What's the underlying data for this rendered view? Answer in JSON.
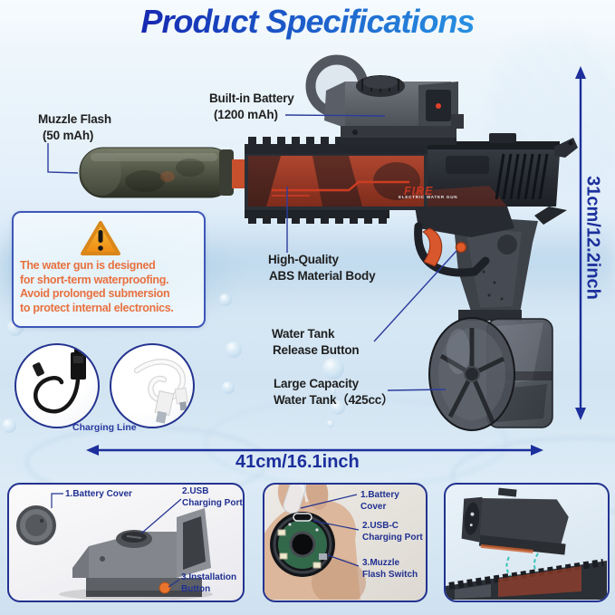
{
  "title": "Product Specifications",
  "callouts": {
    "muzzle_flash": {
      "line1": "Muzzle Flash",
      "line2": "(50 mAh)"
    },
    "battery": {
      "line1": "Built-in Battery",
      "line2": "(1200 mAh)"
    },
    "abs_body": {
      "line1": "High-Quality",
      "line2": "ABS Material Body"
    },
    "tank_release": {
      "line1": "Water Tank",
      "line2": "Release Button"
    },
    "water_tank": {
      "line1": "Large Capacity",
      "line2": "Water Tank（425cc）"
    }
  },
  "warning_box": {
    "lines": [
      "The water gun is designed",
      "for short-term waterproofing.",
      "Avoid prolonged submersion",
      "to protect internal electronics."
    ]
  },
  "charging": {
    "caption": "Charging Line"
  },
  "dimensions": {
    "length": "41cm/16.1inch",
    "height": "31cm/12.2inch"
  },
  "gun_markings": {
    "brand": "FIRE",
    "sub": "ELECTRIC WATER GUN"
  },
  "detail_panels": {
    "sight_panel": {
      "label1": "1.Battery Cover",
      "label2": "2.USB Charging Port",
      "label3": "3.Installation Button"
    },
    "muzzle_panel": {
      "label1": "1.Battery Cover",
      "label2": "2.USB-C Charging Port",
      "label3": "3.Muzzle Flash Switch"
    }
  },
  "colors": {
    "accent_blue": "#23338f",
    "dimension_blue": "#1c2f9c",
    "warning_orange": "#e8713f",
    "trigger_orange": "#d9572c",
    "title_gradient_start": "#150fa5",
    "title_gradient_end": "#2b9fe8"
  }
}
